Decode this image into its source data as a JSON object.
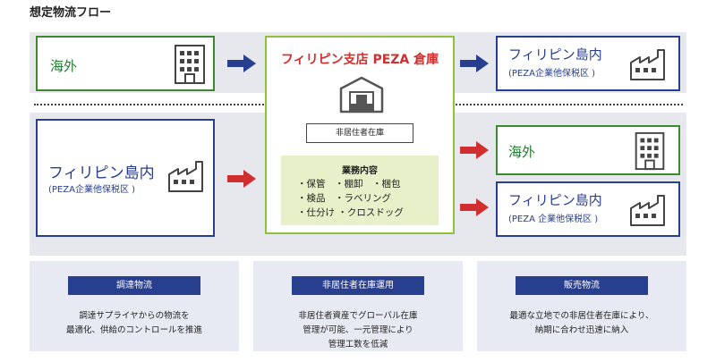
{
  "page_title": "想定物流フロー",
  "top_left": {
    "label": "海外"
  },
  "top_right": {
    "label": "フィリピン島内",
    "sub": "(PEZA企業他保税区 )"
  },
  "center": {
    "title": "フィリピン支店 PEZA 倉庫",
    "tag": "非居住者在庫",
    "work_title": "業務内容",
    "work_lines": [
      "・保管　・棚卸　・梱包",
      "・検品　・ラベリング",
      "・仕分け ・クロスドッグ"
    ]
  },
  "bottom_left": {
    "label": "フィリピン島内",
    "sub": "(PEZA企業他保税区 )"
  },
  "bottom_right_1": {
    "label": "海外"
  },
  "bottom_right_2": {
    "label": "フィリピン島内",
    "sub": "(PEZA 企業他保税区 )"
  },
  "panels": [
    {
      "heading": "調達物流",
      "lines": [
        "調達サプライヤからの物流を",
        "最適化、供給のコントロールを推進"
      ]
    },
    {
      "heading": "非居住者在庫運用",
      "lines": [
        "非居住者資産でグローバル在庫",
        "管理が可能、一元管理により",
        "管理工数を低減"
      ]
    },
    {
      "heading": "販売物流",
      "lines": [
        "最適な立地での非居住者在庫により、",
        "納期に合わせ迅速に納入"
      ]
    }
  ],
  "colors": {
    "green": "#3a8a2e",
    "navy": "#283e8e",
    "red": "#d12f2f",
    "light_green": "#8fc13a"
  },
  "icons": [
    "office-building-icon",
    "factory-icon",
    "warehouse-icon",
    "right-arrow-icon"
  ]
}
